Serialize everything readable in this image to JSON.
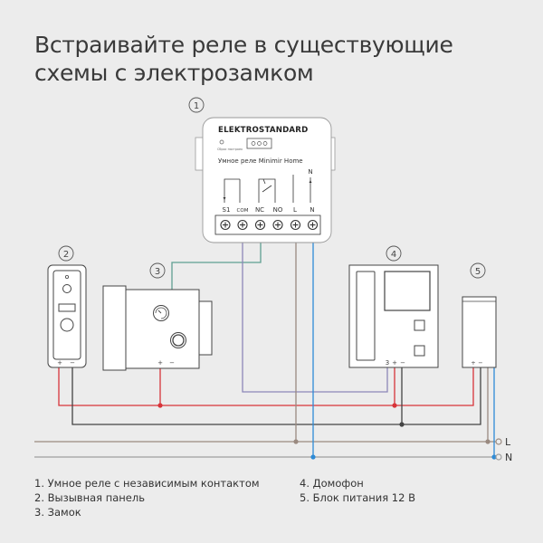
{
  "title": {
    "line1": "Встраивайте реле в существующие",
    "line2": "схемы с электрозамком"
  },
  "relay": {
    "number": "1",
    "brand": "ELEKTROSTANDARD",
    "small_text": "Сброс настроек",
    "model": "Умное реле Minimir Home",
    "top_n": "N",
    "terminals": [
      "S1",
      "COM",
      "NC",
      "NO",
      "L",
      "N"
    ]
  },
  "call_panel": {
    "number": "2",
    "polarity": [
      "+",
      "−"
    ]
  },
  "lock": {
    "number": "3",
    "polarity": [
      "+",
      "−"
    ]
  },
  "intercom": {
    "number": "4",
    "terminals": [
      "3",
      "+",
      "−"
    ]
  },
  "power_supply": {
    "number": "5",
    "polarity": [
      "+",
      "−"
    ]
  },
  "lines": {
    "l_label": "L",
    "n_label": "N"
  },
  "legend": {
    "left": [
      "1. Умное реле с независимым контактом",
      "2. Вызывная панель",
      "3. Замок"
    ],
    "right": [
      "4. Домофон",
      "5. Блок питания 12 В"
    ]
  },
  "colors": {
    "red": "#d8343a",
    "dark": "#444444",
    "green": "#5e9e91",
    "purple": "#8c87b8",
    "brown": "#9a8a80",
    "blue": "#2e8bd6",
    "gray_line": "#9e9e9e"
  }
}
